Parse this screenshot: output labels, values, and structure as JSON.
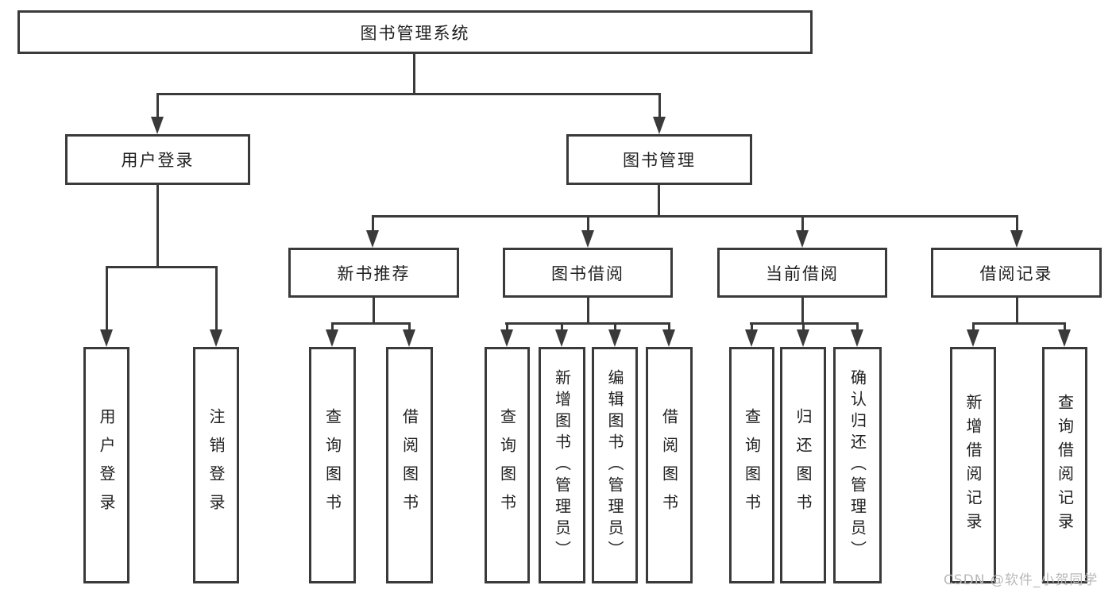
{
  "colors": {
    "line": "#3a3a3a",
    "text": "#1f1f1f",
    "background": "#ffffff",
    "watermark": "#b9b9b9"
  },
  "watermark": {
    "text": "CSDN @软件_小贺同学"
  },
  "tree": {
    "root": "图书管理系统",
    "branches": [
      {
        "label": "用户登录",
        "children": [
          "用户登录",
          "注销登录"
        ]
      },
      {
        "label": "图书管理",
        "modules": [
          {
            "label": "新书推荐",
            "children": [
              "查询图书",
              "借阅图书"
            ]
          },
          {
            "label": "图书借阅",
            "children": [
              "查询图书",
              "新增图书（管理员）",
              "编辑图书（管理员）",
              "借阅图书"
            ]
          },
          {
            "label": "当前借阅",
            "children": [
              "查询图书",
              "归还图书",
              "确认归还（管理员）"
            ]
          },
          {
            "label": "借阅记录",
            "children": [
              "新增借阅记录",
              "查询借阅记录"
            ]
          }
        ]
      }
    ]
  }
}
